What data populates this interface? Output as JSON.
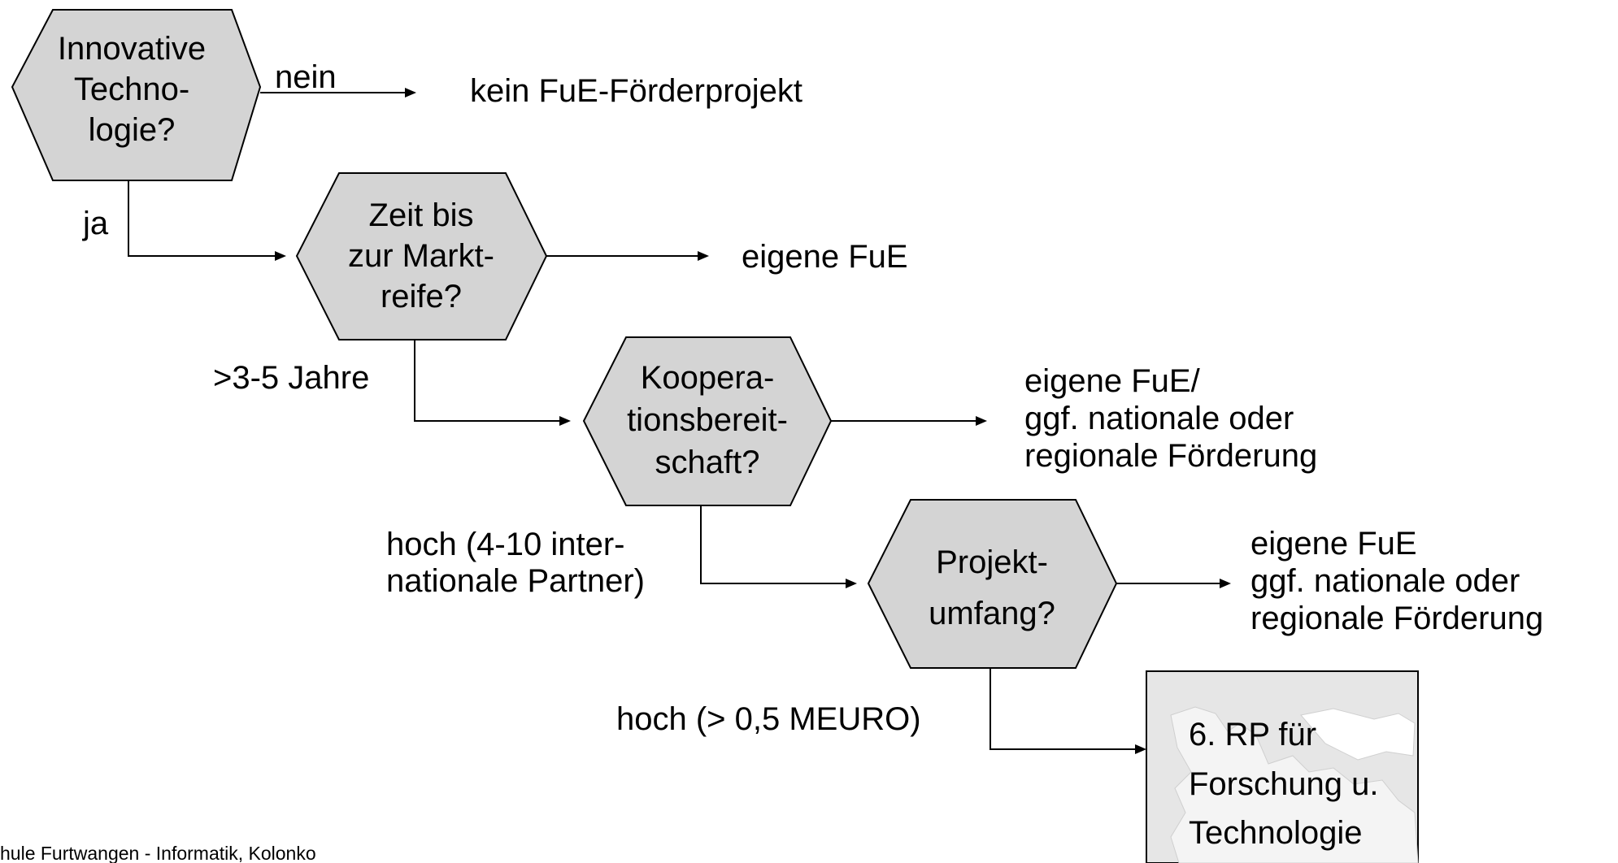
{
  "decisions": [
    {
      "lines": [
        "Innovative",
        "Techno-",
        "logie?"
      ]
    },
    {
      "lines": [
        "Zeit bis",
        "zur Markt-",
        "reife?"
      ]
    },
    {
      "lines": [
        "Koopera-",
        "tionsbereit-",
        "schaft?"
      ]
    },
    {
      "lines": [
        "Projekt-",
        "umfang?"
      ]
    }
  ],
  "edge_labels": {
    "nein": "nein",
    "ja": "ja",
    "jahre": ">3-5 Jahre",
    "partner": [
      "hoch (4-10 inter-",
      "nationale Partner)"
    ],
    "meuro": "hoch (> 0,5 MEURO)"
  },
  "outcomes": {
    "kein": "kein FuE-Förderprojekt",
    "eigene": "eigene FuE",
    "eigene_national": [
      "eigene FuE/",
      "ggf. nationale oder",
      "regionale Förderung"
    ],
    "eigene_national2": [
      "eigene FuE",
      "ggf. nationale oder",
      "regionale Förderung"
    ],
    "final": [
      "6. RP für",
      "Forschung u.",
      "Technologie"
    ]
  },
  "footer": "hule Furtwangen - Informatik, Kolonko",
  "colors": {
    "hexagon_fill": "#d4d4d4",
    "box_fill": "#e6e6e6",
    "map_fill": "#f4f4f4"
  }
}
